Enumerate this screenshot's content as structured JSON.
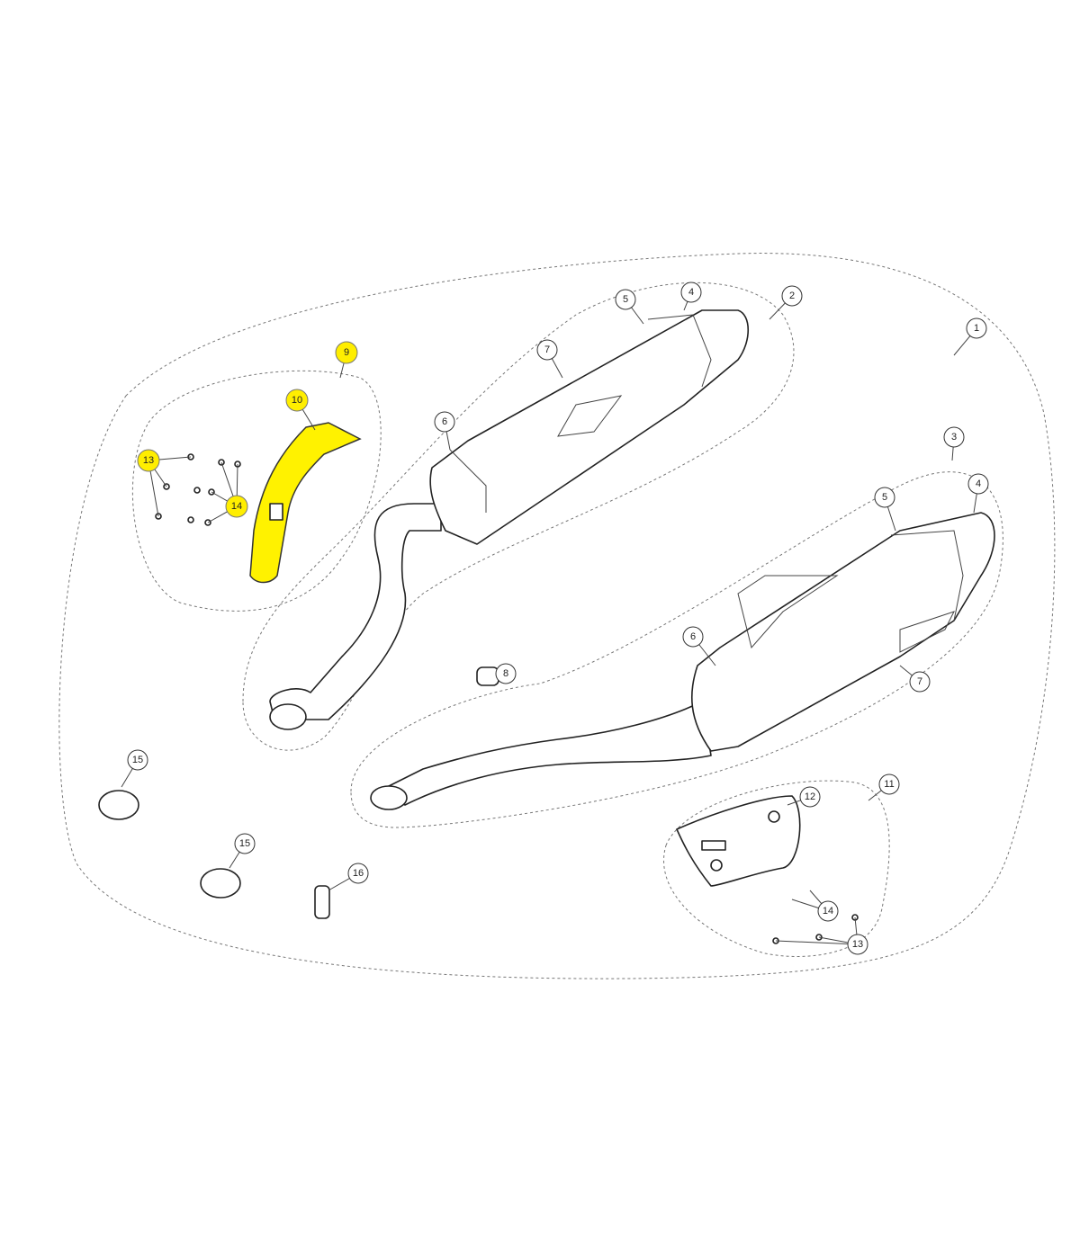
{
  "diagram": {
    "type": "exploded-parts-diagram",
    "highlight_color": "#fff200",
    "callouts": [
      {
        "label": "1",
        "highlighted": false
      },
      {
        "label": "2",
        "highlighted": false
      },
      {
        "label": "3",
        "highlighted": false
      },
      {
        "label": "4",
        "highlighted": false
      },
      {
        "label": "4",
        "highlighted": false
      },
      {
        "label": "5",
        "highlighted": false
      },
      {
        "label": "5",
        "highlighted": false
      },
      {
        "label": "6",
        "highlighted": false
      },
      {
        "label": "6",
        "highlighted": false
      },
      {
        "label": "7",
        "highlighted": false
      },
      {
        "label": "7",
        "highlighted": false
      },
      {
        "label": "8",
        "highlighted": false
      },
      {
        "label": "9",
        "highlighted": true
      },
      {
        "label": "10",
        "highlighted": true
      },
      {
        "label": "11",
        "highlighted": false
      },
      {
        "label": "12",
        "highlighted": false
      },
      {
        "label": "13",
        "highlighted": true
      },
      {
        "label": "13",
        "highlighted": false
      },
      {
        "label": "14",
        "highlighted": true
      },
      {
        "label": "14",
        "highlighted": false
      },
      {
        "label": "15",
        "highlighted": false
      },
      {
        "label": "15",
        "highlighted": false
      },
      {
        "label": "16",
        "highlighted": false
      }
    ]
  }
}
